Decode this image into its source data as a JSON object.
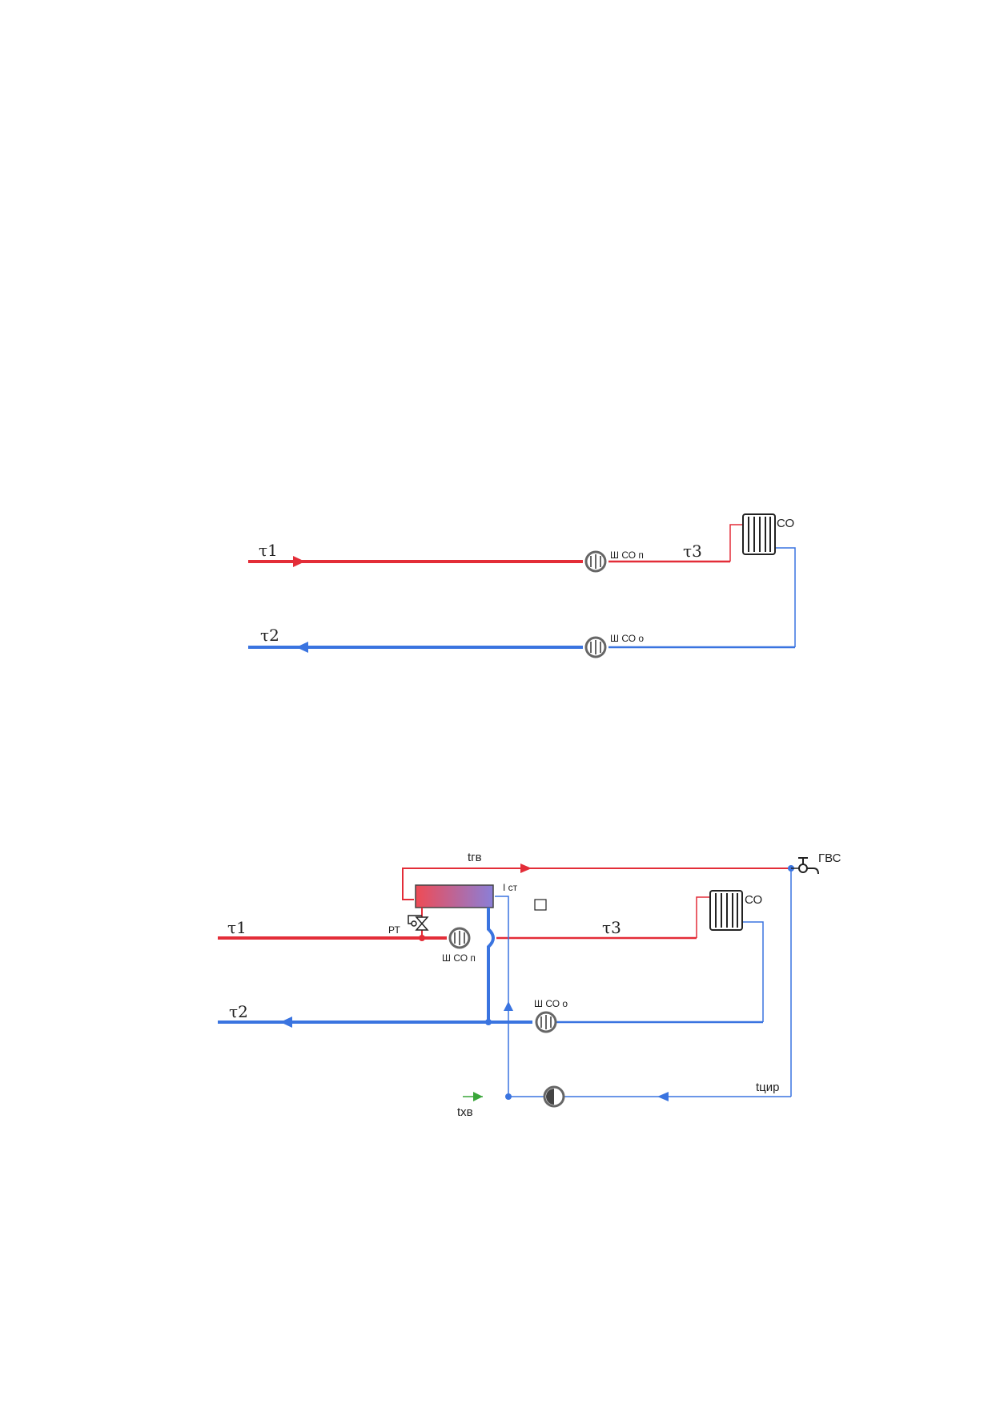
{
  "colors": {
    "supply": "#e32d38",
    "return": "#3a74e0",
    "cold_water": "#3aa63a",
    "equipment": "#555555"
  },
  "diagram1": {
    "tau1": "τ1",
    "tau2": "τ2",
    "tau3": "τ3",
    "shco_supply": "Ш СО п",
    "shco_return": "Ш СО о",
    "radiator": "СО"
  },
  "diagram2": {
    "tau1": "τ1",
    "tau2": "τ2",
    "tau3": "τ3",
    "t_hot_water": "tгв",
    "stage": "I ст",
    "regulator": "РТ",
    "shco_supply": "Ш СО п",
    "shco_return": "Ш СО о",
    "radiator": "СО",
    "dhw": "ГВС",
    "t_cold_water": "tхв",
    "t_circulation": "tцир"
  }
}
